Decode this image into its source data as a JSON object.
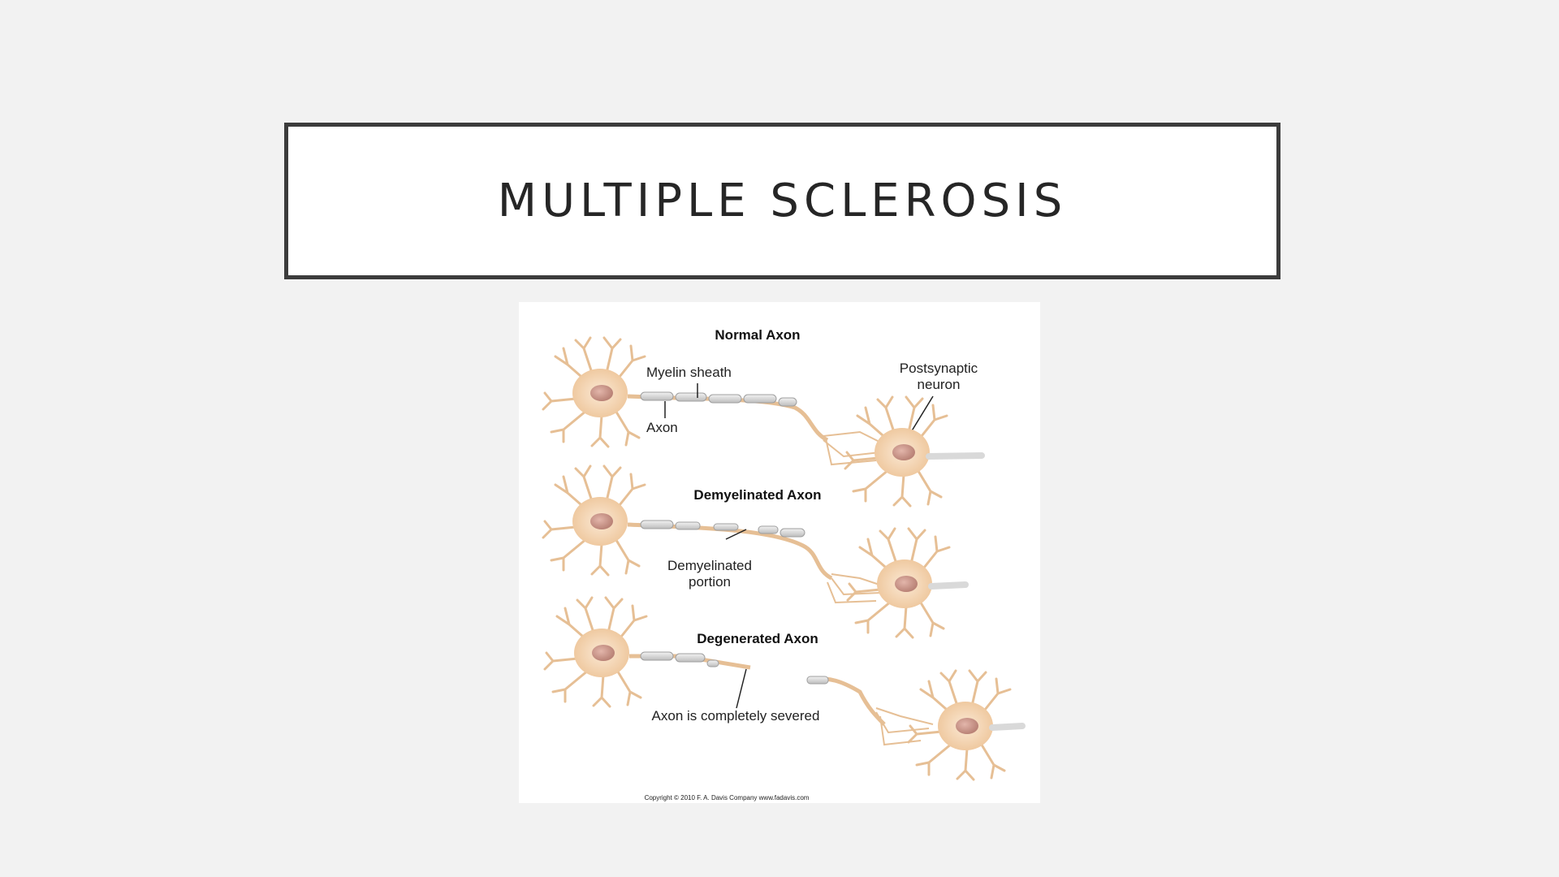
{
  "slide": {
    "title": "MULTIPLE SCLEROSIS"
  },
  "figure": {
    "sections": [
      {
        "heading": "Normal Axon",
        "labels": [
          "Myelin sheath",
          "Axon",
          "Postsynaptic",
          "neuron"
        ]
      },
      {
        "heading": "Demyelinated Axon",
        "labels": [
          "Demyelinated",
          "portion"
        ]
      },
      {
        "heading": "Degenerated Axon",
        "labels": [
          "Axon is completely severed"
        ]
      }
    ],
    "copyright": "Copyright © 2010  F. A. Davis Company  www.fadavis.com"
  },
  "colors": {
    "background": "#f2f2f2",
    "title_border": "#3c3c3c",
    "cell_body": "#f6d8b4",
    "nucleus": "#c99287",
    "myelin": "#d8d8d8"
  }
}
